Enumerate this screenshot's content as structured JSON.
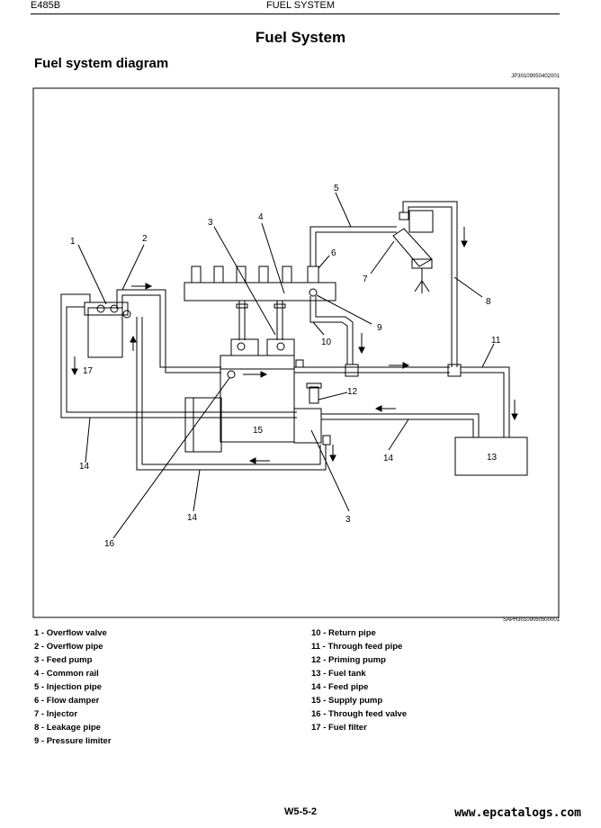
{
  "header": {
    "model": "E485B",
    "section": "FUEL SYSTEM"
  },
  "page_title": "Fuel System",
  "section_title": "Fuel system diagram",
  "figure_code_top": "JP30109050402001",
  "figure_code_bottom": "SAPH30109050500001",
  "callouts": [
    "1",
    "2",
    "3",
    "4",
    "5",
    "6",
    "7",
    "8",
    "9",
    "10",
    "11",
    "12",
    "13",
    "14",
    "15",
    "16",
    "17"
  ],
  "legend_left": [
    "1 - Overflow valve",
    "2 - Overflow pipe",
    "3 - Feed pump",
    "4 - Common rail",
    "5 - Injection pipe",
    "6 - Flow damper",
    "7 - Injector",
    "8 - Leakage pipe",
    "9 - Pressure limiter"
  ],
  "legend_right": [
    "10 - Return pipe",
    "11 - Through feed pipe",
    "12 - Priming pump",
    "13 - Fuel tank",
    "14 - Feed pipe",
    "15 - Supply pump",
    "16 - Through feed valve",
    "17 - Fuel filter"
  ],
  "footer": {
    "page": "W5-5-2",
    "watermark": "www.epcatalogs.com"
  }
}
